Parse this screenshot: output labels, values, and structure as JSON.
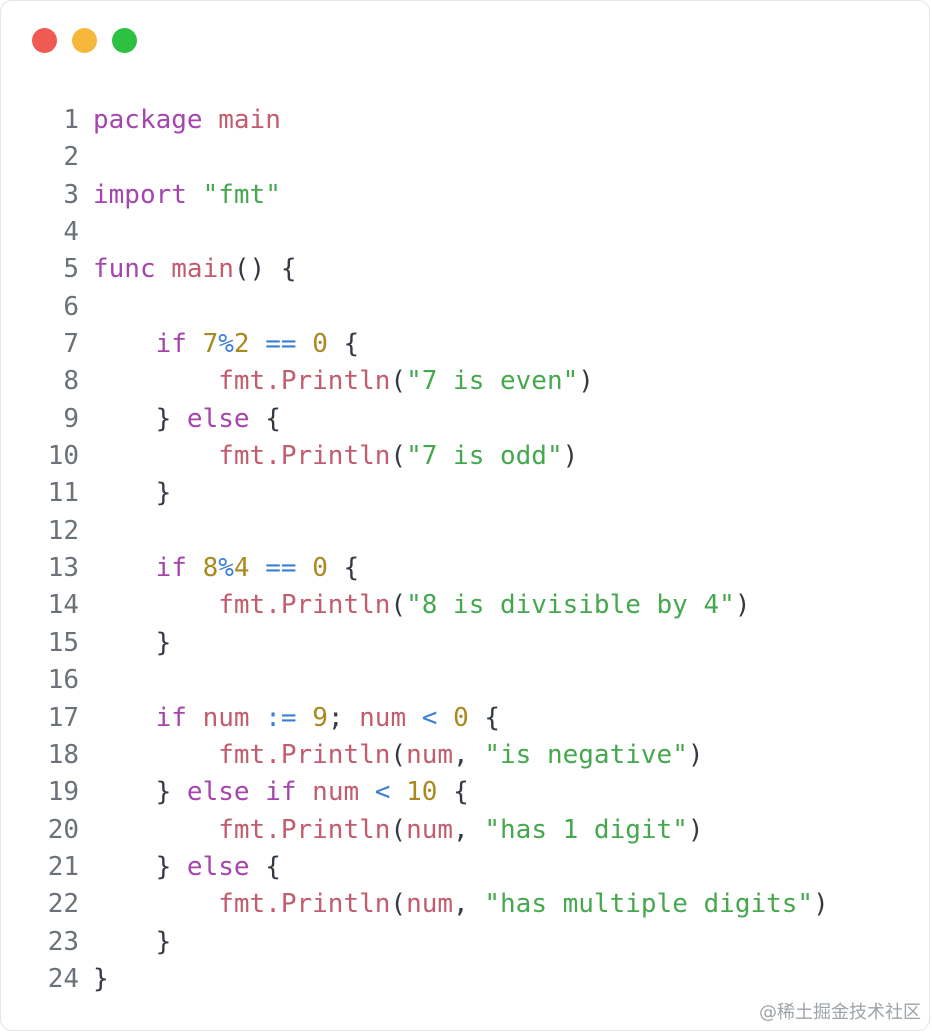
{
  "colors": {
    "keyword": "#a545ad",
    "string": "#46a84e",
    "number": "#a98a1f",
    "operator": "#3b7ed6",
    "identifier": "#c35c6e",
    "plain": "#333a42",
    "line_number": "#6b7178",
    "traffic_close": "#f05a52",
    "traffic_minimize": "#f6b73c",
    "traffic_maximize": "#2dc142"
  },
  "window": {
    "controls": [
      {
        "name": "close-button",
        "color": "#f05a52"
      },
      {
        "name": "minimize-button",
        "color": "#f6b73c"
      },
      {
        "name": "maximize-button",
        "color": "#2dc142"
      }
    ]
  },
  "code": {
    "language": "go",
    "lines": [
      {
        "number": "1",
        "tokens": [
          [
            "kw",
            "package"
          ],
          [
            "pl",
            " "
          ],
          [
            "id",
            "main"
          ]
        ]
      },
      {
        "number": "2",
        "tokens": []
      },
      {
        "number": "3",
        "tokens": [
          [
            "kw",
            "import"
          ],
          [
            "pl",
            " "
          ],
          [
            "str",
            "\"fmt\""
          ]
        ]
      },
      {
        "number": "4",
        "tokens": []
      },
      {
        "number": "5",
        "tokens": [
          [
            "kw",
            "func"
          ],
          [
            "pl",
            " "
          ],
          [
            "id",
            "main"
          ],
          [
            "pl",
            "() {"
          ]
        ]
      },
      {
        "number": "6",
        "tokens": []
      },
      {
        "number": "7",
        "tokens": [
          [
            "pl",
            "    "
          ],
          [
            "kw",
            "if"
          ],
          [
            "pl",
            " "
          ],
          [
            "num",
            "7"
          ],
          [
            "op",
            "%"
          ],
          [
            "num",
            "2"
          ],
          [
            "pl",
            " "
          ],
          [
            "op",
            "=="
          ],
          [
            "pl",
            " "
          ],
          [
            "num",
            "0"
          ],
          [
            "pl",
            " {"
          ]
        ]
      },
      {
        "number": "8",
        "tokens": [
          [
            "pl",
            "        "
          ],
          [
            "id",
            "fmt.Println"
          ],
          [
            "pl",
            "("
          ],
          [
            "str",
            "\"7 is even\""
          ],
          [
            "pl",
            ")"
          ]
        ]
      },
      {
        "number": "9",
        "tokens": [
          [
            "pl",
            "    } "
          ],
          [
            "kw",
            "else"
          ],
          [
            "pl",
            " {"
          ]
        ]
      },
      {
        "number": "10",
        "tokens": [
          [
            "pl",
            "        "
          ],
          [
            "id",
            "fmt.Println"
          ],
          [
            "pl",
            "("
          ],
          [
            "str",
            "\"7 is odd\""
          ],
          [
            "pl",
            ")"
          ]
        ]
      },
      {
        "number": "11",
        "tokens": [
          [
            "pl",
            "    }"
          ]
        ]
      },
      {
        "number": "12",
        "tokens": []
      },
      {
        "number": "13",
        "tokens": [
          [
            "pl",
            "    "
          ],
          [
            "kw",
            "if"
          ],
          [
            "pl",
            " "
          ],
          [
            "num",
            "8"
          ],
          [
            "op",
            "%"
          ],
          [
            "num",
            "4"
          ],
          [
            "pl",
            " "
          ],
          [
            "op",
            "=="
          ],
          [
            "pl",
            " "
          ],
          [
            "num",
            "0"
          ],
          [
            "pl",
            " {"
          ]
        ]
      },
      {
        "number": "14",
        "tokens": [
          [
            "pl",
            "        "
          ],
          [
            "id",
            "fmt.Println"
          ],
          [
            "pl",
            "("
          ],
          [
            "str",
            "\"8 is divisible by 4\""
          ],
          [
            "pl",
            ")"
          ]
        ]
      },
      {
        "number": "15",
        "tokens": [
          [
            "pl",
            "    }"
          ]
        ]
      },
      {
        "number": "16",
        "tokens": []
      },
      {
        "number": "17",
        "tokens": [
          [
            "pl",
            "    "
          ],
          [
            "kw",
            "if"
          ],
          [
            "pl",
            " "
          ],
          [
            "id",
            "num"
          ],
          [
            "pl",
            " "
          ],
          [
            "op",
            ":="
          ],
          [
            "pl",
            " "
          ],
          [
            "num",
            "9"
          ],
          [
            "pl",
            "; "
          ],
          [
            "id",
            "num"
          ],
          [
            "pl",
            " "
          ],
          [
            "op",
            "<"
          ],
          [
            "pl",
            " "
          ],
          [
            "num",
            "0"
          ],
          [
            "pl",
            " {"
          ]
        ]
      },
      {
        "number": "18",
        "tokens": [
          [
            "pl",
            "        "
          ],
          [
            "id",
            "fmt.Println"
          ],
          [
            "pl",
            "("
          ],
          [
            "id",
            "num"
          ],
          [
            "pl",
            ", "
          ],
          [
            "str",
            "\"is negative\""
          ],
          [
            "pl",
            ")"
          ]
        ]
      },
      {
        "number": "19",
        "tokens": [
          [
            "pl",
            "    } "
          ],
          [
            "kw",
            "else"
          ],
          [
            "pl",
            " "
          ],
          [
            "kw",
            "if"
          ],
          [
            "pl",
            " "
          ],
          [
            "id",
            "num"
          ],
          [
            "pl",
            " "
          ],
          [
            "op",
            "<"
          ],
          [
            "pl",
            " "
          ],
          [
            "num",
            "10"
          ],
          [
            "pl",
            " {"
          ]
        ]
      },
      {
        "number": "20",
        "tokens": [
          [
            "pl",
            "        "
          ],
          [
            "id",
            "fmt.Println"
          ],
          [
            "pl",
            "("
          ],
          [
            "id",
            "num"
          ],
          [
            "pl",
            ", "
          ],
          [
            "str",
            "\"has 1 digit\""
          ],
          [
            "pl",
            ")"
          ]
        ]
      },
      {
        "number": "21",
        "tokens": [
          [
            "pl",
            "    } "
          ],
          [
            "kw",
            "else"
          ],
          [
            "pl",
            " {"
          ]
        ]
      },
      {
        "number": "22",
        "tokens": [
          [
            "pl",
            "        "
          ],
          [
            "id",
            "fmt.Println"
          ],
          [
            "pl",
            "("
          ],
          [
            "id",
            "num"
          ],
          [
            "pl",
            ", "
          ],
          [
            "str",
            "\"has multiple digits\""
          ],
          [
            "pl",
            ")"
          ]
        ]
      },
      {
        "number": "23",
        "tokens": [
          [
            "pl",
            "    }"
          ]
        ]
      },
      {
        "number": "24",
        "tokens": [
          [
            "pl",
            "}"
          ]
        ]
      }
    ]
  },
  "watermark": "@稀土掘金技术社区"
}
